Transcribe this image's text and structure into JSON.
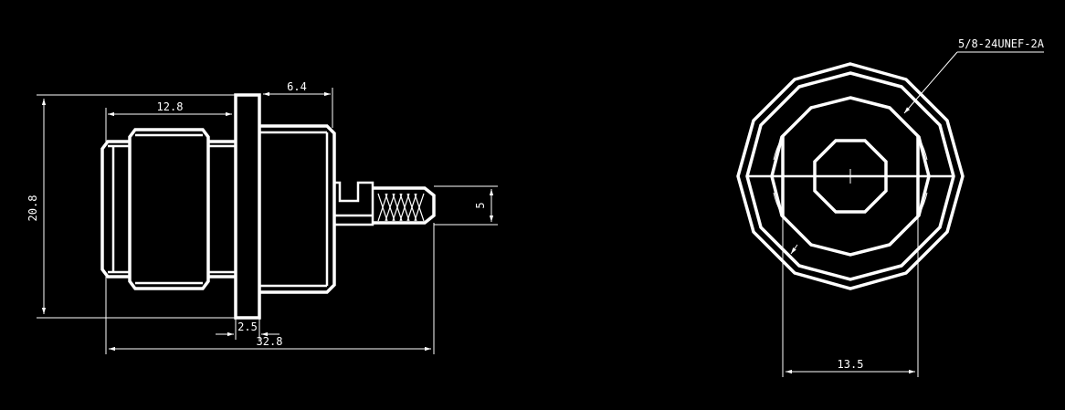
{
  "colors": {
    "background": "#000000",
    "lines": "#ffffff"
  },
  "side_view": {
    "dim_overall_height": "20.8",
    "dim_body_length": "12.8",
    "dim_rear_length": "6.4",
    "dim_pin_height": "5",
    "dim_flange_thickness": "2.5",
    "dim_overall_length": "32.8"
  },
  "front_view": {
    "thread_callout": "5/8-24UNEF-2A",
    "dim_flat_width": "13.5"
  }
}
